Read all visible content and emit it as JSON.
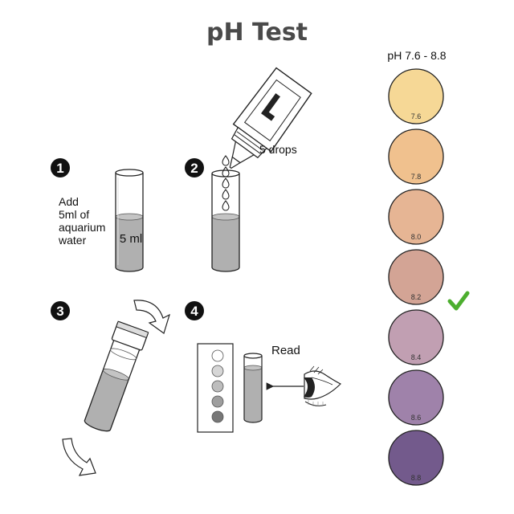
{
  "title": "pH  Test",
  "scale_title": "pH 7.6 - 8.8",
  "steps": [
    {
      "number": "1",
      "text_lines": [
        "Add",
        "5ml of",
        "aquarium",
        "water"
      ],
      "tube_label": "5 ml"
    },
    {
      "number": "2",
      "drops_label": "5 drops"
    },
    {
      "number": "3"
    },
    {
      "number": "4",
      "read_label": "Read"
    }
  ],
  "swatches": [
    {
      "label": "7.6",
      "color": "#f6d896"
    },
    {
      "label": "7.8",
      "color": "#f0c18e"
    },
    {
      "label": "8.0",
      "color": "#e6b594"
    },
    {
      "label": "8.2",
      "color": "#d3a495"
    },
    {
      "label": "8.4",
      "color": "#c19fb2"
    },
    {
      "label": "8.6",
      "color": "#9f82aa"
    },
    {
      "label": "8.8",
      "color": "#735a8c"
    }
  ],
  "selected_index": 3,
  "colors": {
    "liquid": "#b0b0b0",
    "check": "#4cae2e",
    "outline": "#222222"
  }
}
